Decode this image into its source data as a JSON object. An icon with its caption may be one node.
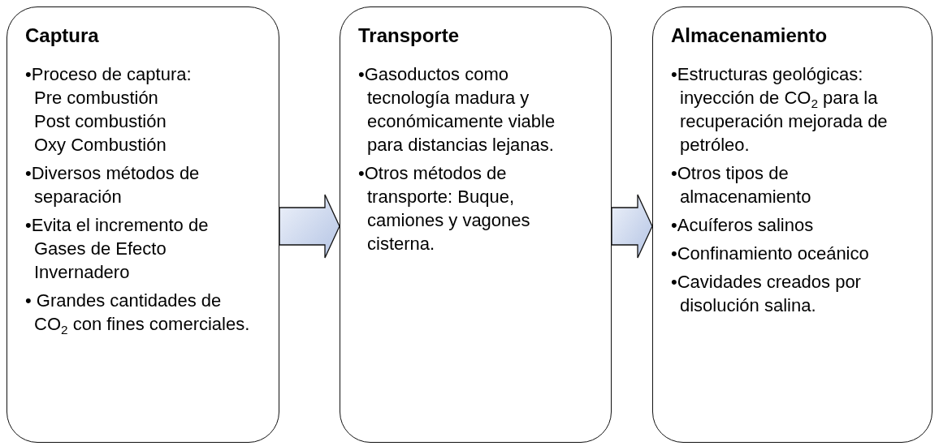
{
  "diagram": {
    "nodes": [
      {
        "text": [
          "Captura",
          "•Proceso de captura:",
          "Pre combustión",
          "Post combustión",
          "Oxy Combustión",
          "•Diversos métodos de separación",
          "•Evita el incremento de Gases de Efecto Invernadero",
          "• Grandes cantidades de CO$_{2}$ con fines comerciales."
        ]
      },
      {
        "text": [
          "Transporte",
          "•Gasoductos como tecnología madura y económicamente viable para distancias lejanas.",
          "•Otros métodos de transporte: Buque, camiones y vagones cisterna."
        ]
      },
      {
        "text": [
          "Almacenamiento",
          "•Estructuras geológicas: inyección de CO$_{2}$ para la recuperación mejorada de petróleo.",
          "•Otros tipos de almacenamiento",
          "•Acuíferos salinos",
          "•Confinamiento oceánico",
          "•Cavidades creados por disolución salina."
        ]
      }
    ],
    "edges": [
      {
        "from": 0,
        "to": 1,
        "arrow": "to"
      },
      {
        "from": 1,
        "to": 2,
        "arrow": "to"
      }
    ]
  }
}
